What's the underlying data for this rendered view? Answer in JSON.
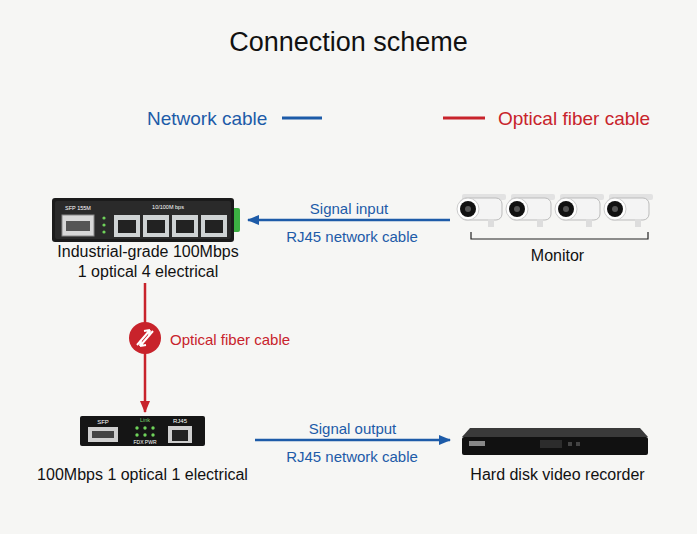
{
  "diagram": {
    "title": "Connection scheme",
    "nodes": [
      {
        "text": [
          "Industrial-grade 100Mbps 1 optical 4 electrical"
        ]
      },
      {
        "text": [
          "Monitor"
        ]
      },
      {
        "text": [
          "100Mbps 1 optical 1 electrical"
        ]
      },
      {
        "text": [
          "Hard disk video recorder"
        ]
      }
    ],
    "edges": [
      {
        "from": 1,
        "to": 0,
        "arrow": "to",
        "label": "Signal input"
      },
      {
        "from": 0,
        "to": 2,
        "arrow": "to",
        "label": "Optical fiber cable"
      },
      {
        "from": 2,
        "to": 3,
        "arrow": "to",
        "label": "Signal output"
      }
    ],
    "labels": [
      "RJ45 network cable",
      "RJ45 network cable",
      "SFP 155M",
      "10/100M bps",
      "SFP",
      "Link",
      "FDX PWR",
      "RJ45"
    ],
    "legend": [
      {
        "text": "Network cable"
      },
      {
        "text": "Optical fiber cable"
      }
    ]
  }
}
